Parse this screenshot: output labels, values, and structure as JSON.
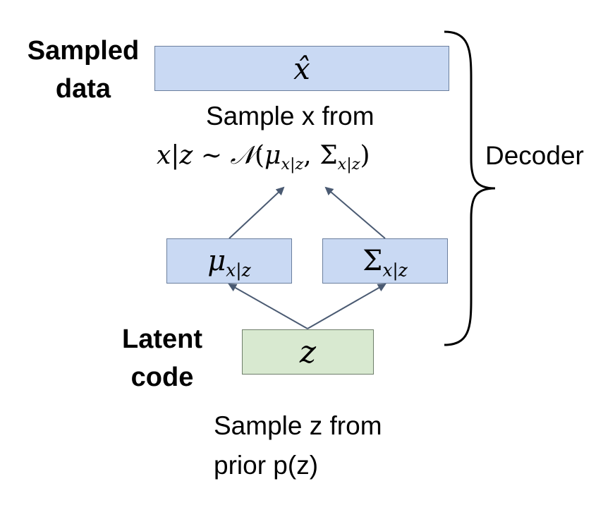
{
  "labels": {
    "sampled_data": [
      "Sampled",
      "data"
    ],
    "latent_code": [
      "Latent",
      "code"
    ],
    "decoder": "Decoder",
    "sample_x_from": "Sample x from",
    "sample_z_from": [
      "Sample z from",
      "prior p(z)"
    ]
  },
  "math": {
    "x_hat": "x̂",
    "mu": "μ",
    "sigma": "Σ",
    "subscript": "x|z",
    "z": "z",
    "distribution": {
      "lhs": "x|z",
      "sim": "∼",
      "normal": "𝒩",
      "open": "(",
      "mu": "μ",
      "comma": ",",
      "sigma": "Σ",
      "close": ")"
    }
  },
  "colors": {
    "blue_box": "#c9d9f3",
    "green_box": "#d8e9d0",
    "arrow": "#4a5a72"
  }
}
